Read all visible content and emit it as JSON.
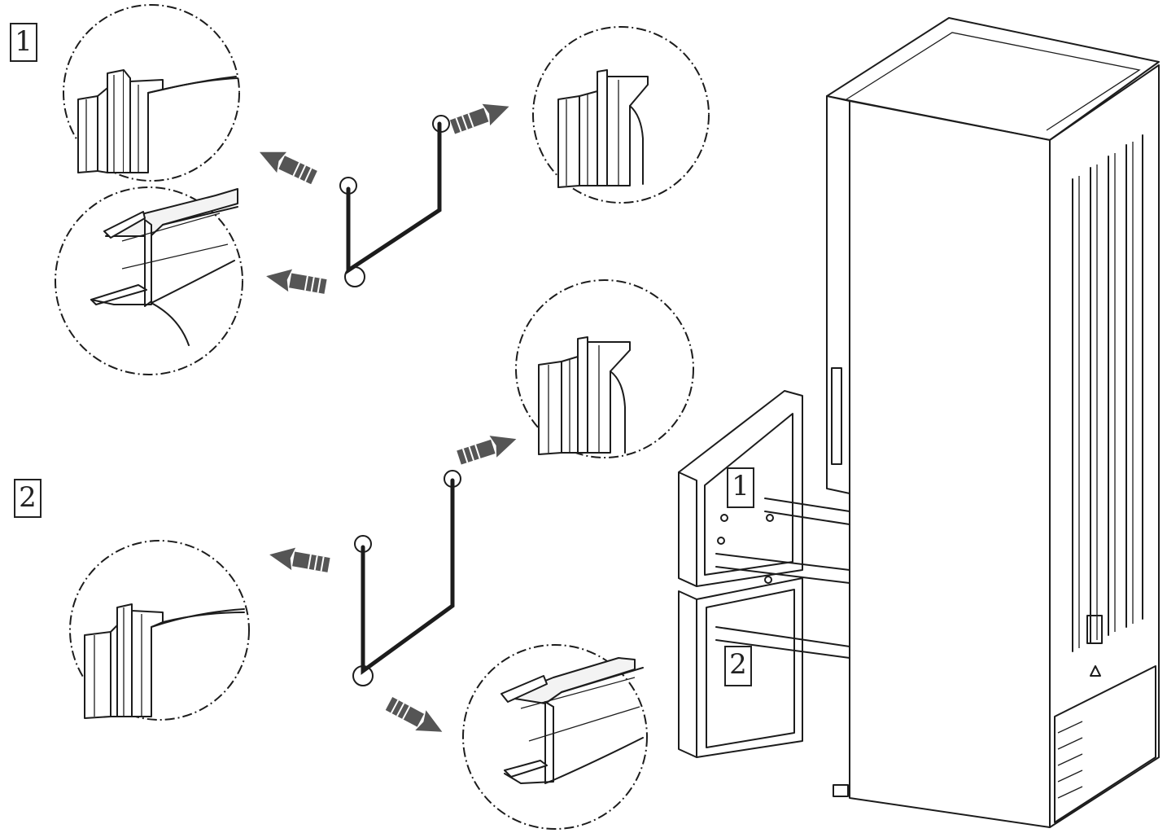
{
  "steps": {
    "step1_label": "1",
    "step2_label": "2"
  },
  "door_labels": {
    "upper_door": "1",
    "lower_door": "2"
  },
  "colors": {
    "line": "#1c1c1c",
    "arrow": "#555555",
    "background": "#ffffff"
  },
  "icons": {
    "arrow": "hatched-arrow-icon",
    "detail": "dashed-detail-circle"
  }
}
